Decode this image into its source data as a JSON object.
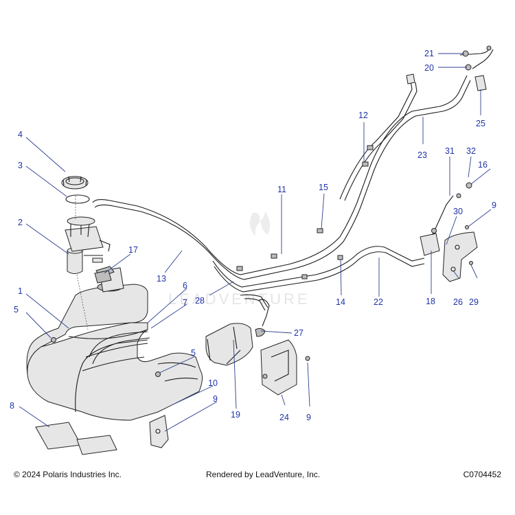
{
  "footer": {
    "copyright": "© 2024 Polaris Industries Inc.",
    "rendered_by": "Rendered by LeadVenture, Inc.",
    "diagram_code": "C0704452"
  },
  "watermark": "LEADVENTURE",
  "colors": {
    "callout": "#1f33a8",
    "line": "#1a1a1a"
  },
  "callouts": [
    "1",
    "2",
    "3",
    "4",
    "5",
    "5",
    "6",
    "7",
    "8",
    "9",
    "9",
    "9",
    "10",
    "11",
    "12",
    "13",
    "14",
    "15",
    "16",
    "17",
    "18",
    "19",
    "20",
    "21",
    "22",
    "23",
    "24",
    "25",
    "26",
    "27",
    "28",
    "29",
    "30",
    "31",
    "32"
  ]
}
